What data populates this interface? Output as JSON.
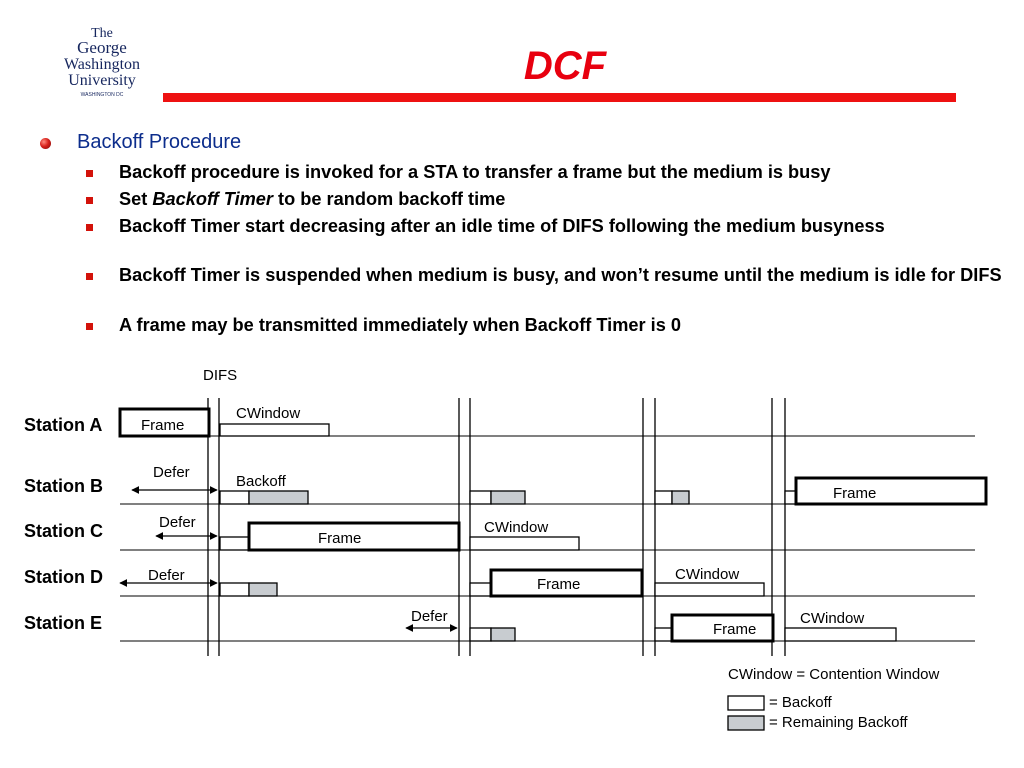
{
  "logo": {
    "line1": "The",
    "line2": "George",
    "line3": "Washington",
    "line4": "University",
    "line5": "WASHINGTON DC"
  },
  "slide": {
    "title": "DCF"
  },
  "bullets": {
    "heading": "Backoff Procedure",
    "items": {
      "b1": "Backoff procedure is invoked for a STA to transfer a frame but the medium is busy",
      "b2_pre": "Set ",
      "b2_em": "Backoff Timer",
      "b2_post": " to be random backoff time",
      "b3": "Backoff Timer start decreasing after an idle time of DIFS following the medium busyness",
      "b4": "Backoff Timer is suspended when medium is busy, and won’t resume until the medium is idle for DIFS",
      "b5": "A frame may be transmitted immediately when Backoff Timer is 0"
    }
  },
  "diagram": {
    "difs": "DIFS",
    "stations": {
      "a": "Station A",
      "b": "Station B",
      "c": "Station C",
      "d": "Station D",
      "e": "Station E"
    },
    "labels": {
      "frame": "Frame",
      "cwindow": "CWindow",
      "backoff": "Backoff",
      "defer": "Defer"
    },
    "legend": {
      "cw": "CWindow = Contention Window",
      "backoff": "= Backoff",
      "remaining": "= Remaining Backoff"
    },
    "colors": {
      "remaining_backoff": "#c8ccd0"
    }
  }
}
